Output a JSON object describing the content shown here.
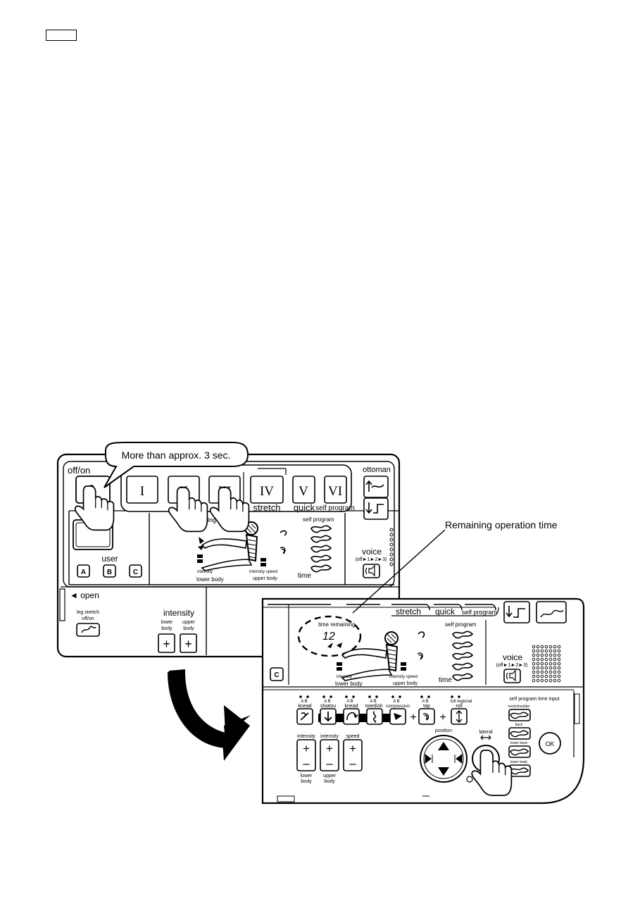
{
  "callout": "More than approx. 3 sec.",
  "remaining_label": "Remaining operation time",
  "panel_top": {
    "offon": "off/on",
    "programs": [
      "I",
      "II",
      "III",
      "IV",
      "V",
      "VI"
    ],
    "stretch": "stretch",
    "quick": "quick",
    "self_program": "self program",
    "ottoman": "ottoman",
    "user": "user",
    "user_buttons": [
      "A",
      "B",
      "C"
    ],
    "remaining_partial": "aining",
    "display_self_program": "self program",
    "intensity_left": "intensity",
    "lower_body": "lower body",
    "intensity_speed": "intensity speed",
    "upper_body": "upper body",
    "time": "time",
    "voice": "voice",
    "voice_sub": "(off►1►2►3)",
    "open": "◄ open",
    "leg_stretch": "leg stretch",
    "leg_stretch_sub": "off/on",
    "intensity": "intensity",
    "lower": "lower",
    "lower_b": "body",
    "upper": "upper",
    "upper_b": "body",
    "plus": "+"
  },
  "panel_bottom": {
    "tabs": [
      "stretch",
      "quick",
      "self program"
    ],
    "time_remaining": "time remaining",
    "time_value": "12",
    "self_program": "self program",
    "intensity": "intensity",
    "lower_body": "lower body",
    "intensity_speed": "intensity speed",
    "upper_body": "upper body",
    "time": "time",
    "voice": "voice",
    "voice_sub": "(off►1►2►3)",
    "c_button": "C",
    "ab": "A  B",
    "modes": [
      "knead",
      "shiatsu",
      "knead",
      "swedish",
      "compression",
      "tap"
    ],
    "roll_top": "full regional",
    "roll": "roll",
    "plus": "+",
    "self_time_input": "self program time input",
    "neck": "neck/shoulder",
    "back": "back",
    "lower_back": "lower back",
    "lower_body_btn": "lower body",
    "ok": "OK",
    "position": "position",
    "lateral": "lateral",
    "int1": "intensity",
    "int2": "intensity",
    "speed": "speed",
    "lower": "lower",
    "body1": "body",
    "upper": "upper",
    "body2": "body",
    "minus": "–"
  }
}
